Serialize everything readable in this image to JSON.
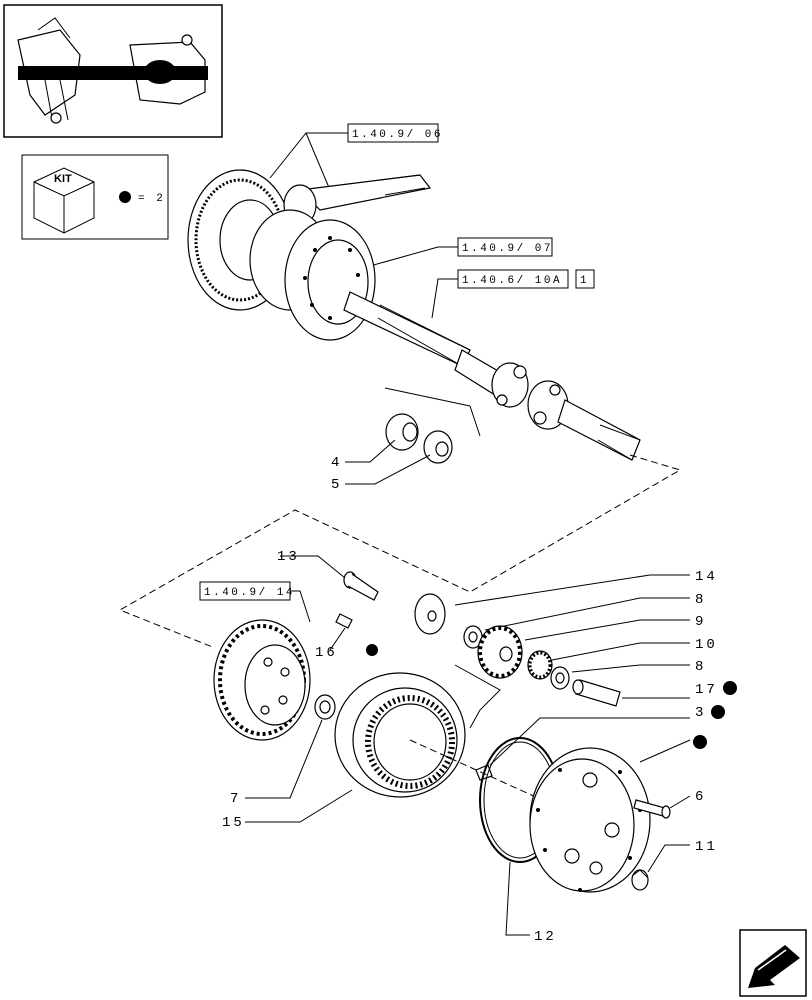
{
  "references": {
    "ref_1": "1.40.9/ 06",
    "ref_2": "1.40.9/ 07",
    "ref_3": "1.40.6/ 10A",
    "ref_3_box": "1",
    "ref_4": "1.40.9/ 14"
  },
  "kit_legend": {
    "kit_label": "KIT",
    "equals_text": "= 2"
  },
  "callouts": {
    "c4": "4",
    "c5": "5",
    "c13": "13",
    "c14": "14",
    "c8a": "8",
    "c9": "9",
    "c10": "10",
    "c8b": "8",
    "c16": "16",
    "c17": "17",
    "c3": "3",
    "c7": "7",
    "c15": "15",
    "c6": "6",
    "c11": "11",
    "c12": "12"
  }
}
